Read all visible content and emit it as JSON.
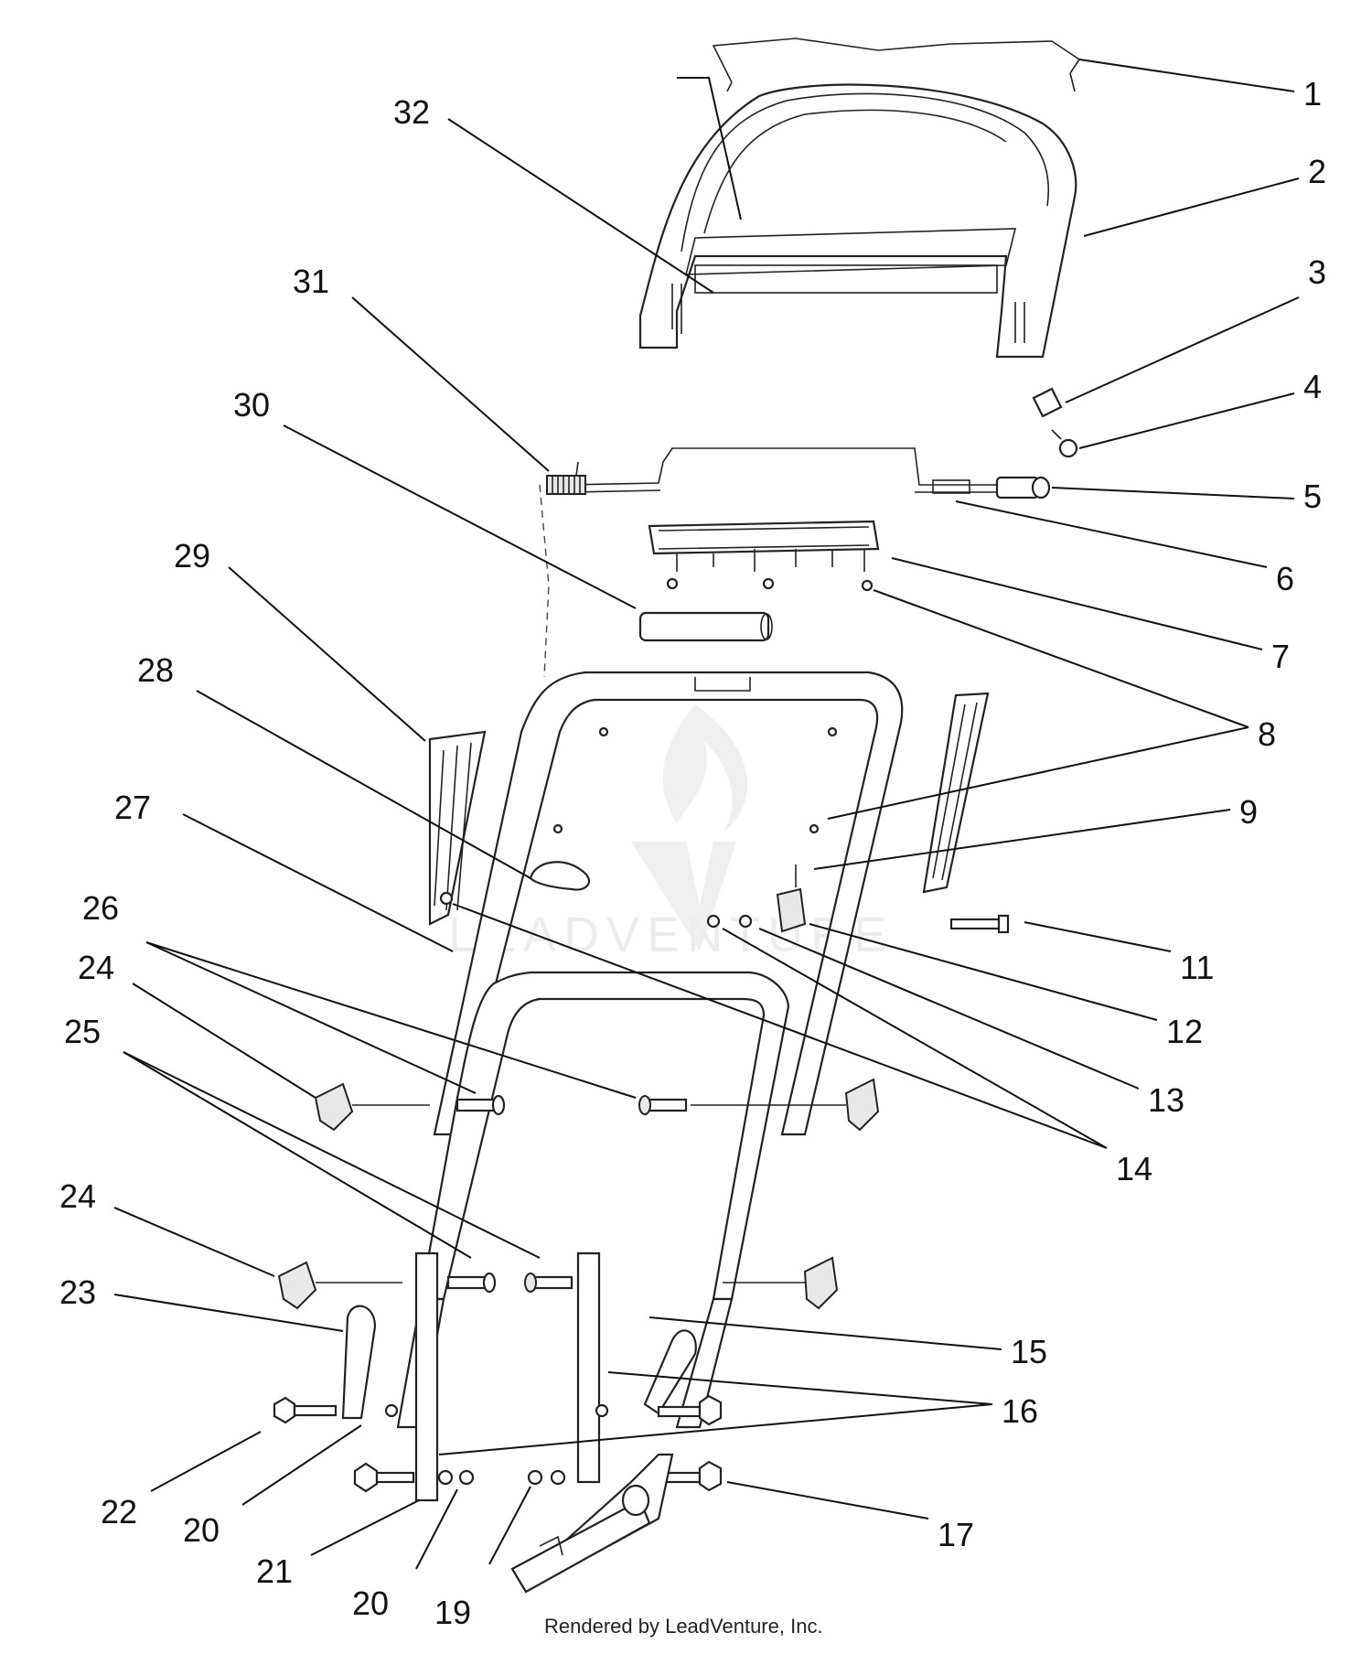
{
  "callouts": [
    {
      "label": "1"
    },
    {
      "label": "2"
    },
    {
      "label": "3"
    },
    {
      "label": "4"
    },
    {
      "label": "5"
    },
    {
      "label": "6"
    },
    {
      "label": "7"
    },
    {
      "label": "8"
    },
    {
      "label": "9"
    },
    {
      "label": "11"
    },
    {
      "label": "12"
    },
    {
      "label": "13"
    },
    {
      "label": "14"
    },
    {
      "label": "15"
    },
    {
      "label": "16"
    },
    {
      "label": "17"
    },
    {
      "label": "19"
    },
    {
      "label": "20"
    },
    {
      "label": "20"
    },
    {
      "label": "21"
    },
    {
      "label": "22"
    },
    {
      "label": "23"
    },
    {
      "label": "24"
    },
    {
      "label": "24"
    },
    {
      "label": "25"
    },
    {
      "label": "26"
    },
    {
      "label": "27"
    },
    {
      "label": "28"
    },
    {
      "label": "29"
    },
    {
      "label": "30"
    },
    {
      "label": "31"
    },
    {
      "label": "32"
    }
  ],
  "watermark": {
    "text": "LEADVENTURE"
  },
  "credit": {
    "text": "Rendered by LeadVenture, Inc."
  }
}
